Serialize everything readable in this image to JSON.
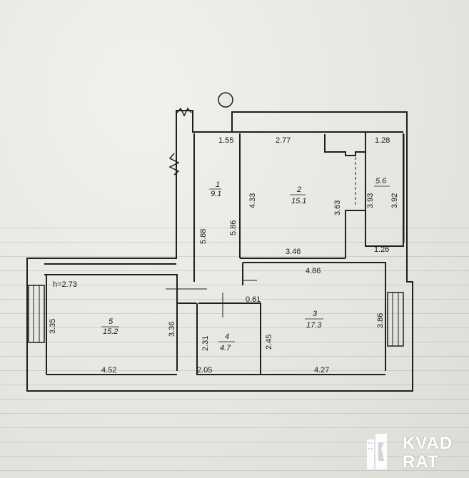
{
  "plan": {
    "ceiling_height": "h=2.73",
    "rooms": [
      {
        "number": "1",
        "area": "9.1"
      },
      {
        "number": "2",
        "area": "15.1"
      },
      {
        "number": "3",
        "area": "17.3"
      },
      {
        "number": "4",
        "area": "4.7"
      },
      {
        "number": "5",
        "area": "15.2"
      },
      {
        "number": "5.6",
        "area": ""
      }
    ],
    "dimensions": {
      "d155": "1.55",
      "d277": "2.77",
      "d128": "1.28",
      "d433": "4.33",
      "d363": "3.63",
      "d393": "3.93",
      "d392": "3.92",
      "d588": "5.88",
      "d586": "5.86",
      "d346": "3.46",
      "d126": "1.26",
      "d486": "4.86",
      "d061": "0.61",
      "d335": "3.35",
      "d336": "3.36",
      "d231": "2.31",
      "d245": "2.45",
      "d386": "3.86",
      "d452": "4.52",
      "d205": "2.05",
      "d427": "4.27"
    }
  },
  "logo": {
    "line1": "KVAD",
    "line2": "RAT"
  },
  "colors": {
    "ink": "#1f1f1f",
    "paper": "#e9e8e3",
    "logo": "#ffffff"
  }
}
